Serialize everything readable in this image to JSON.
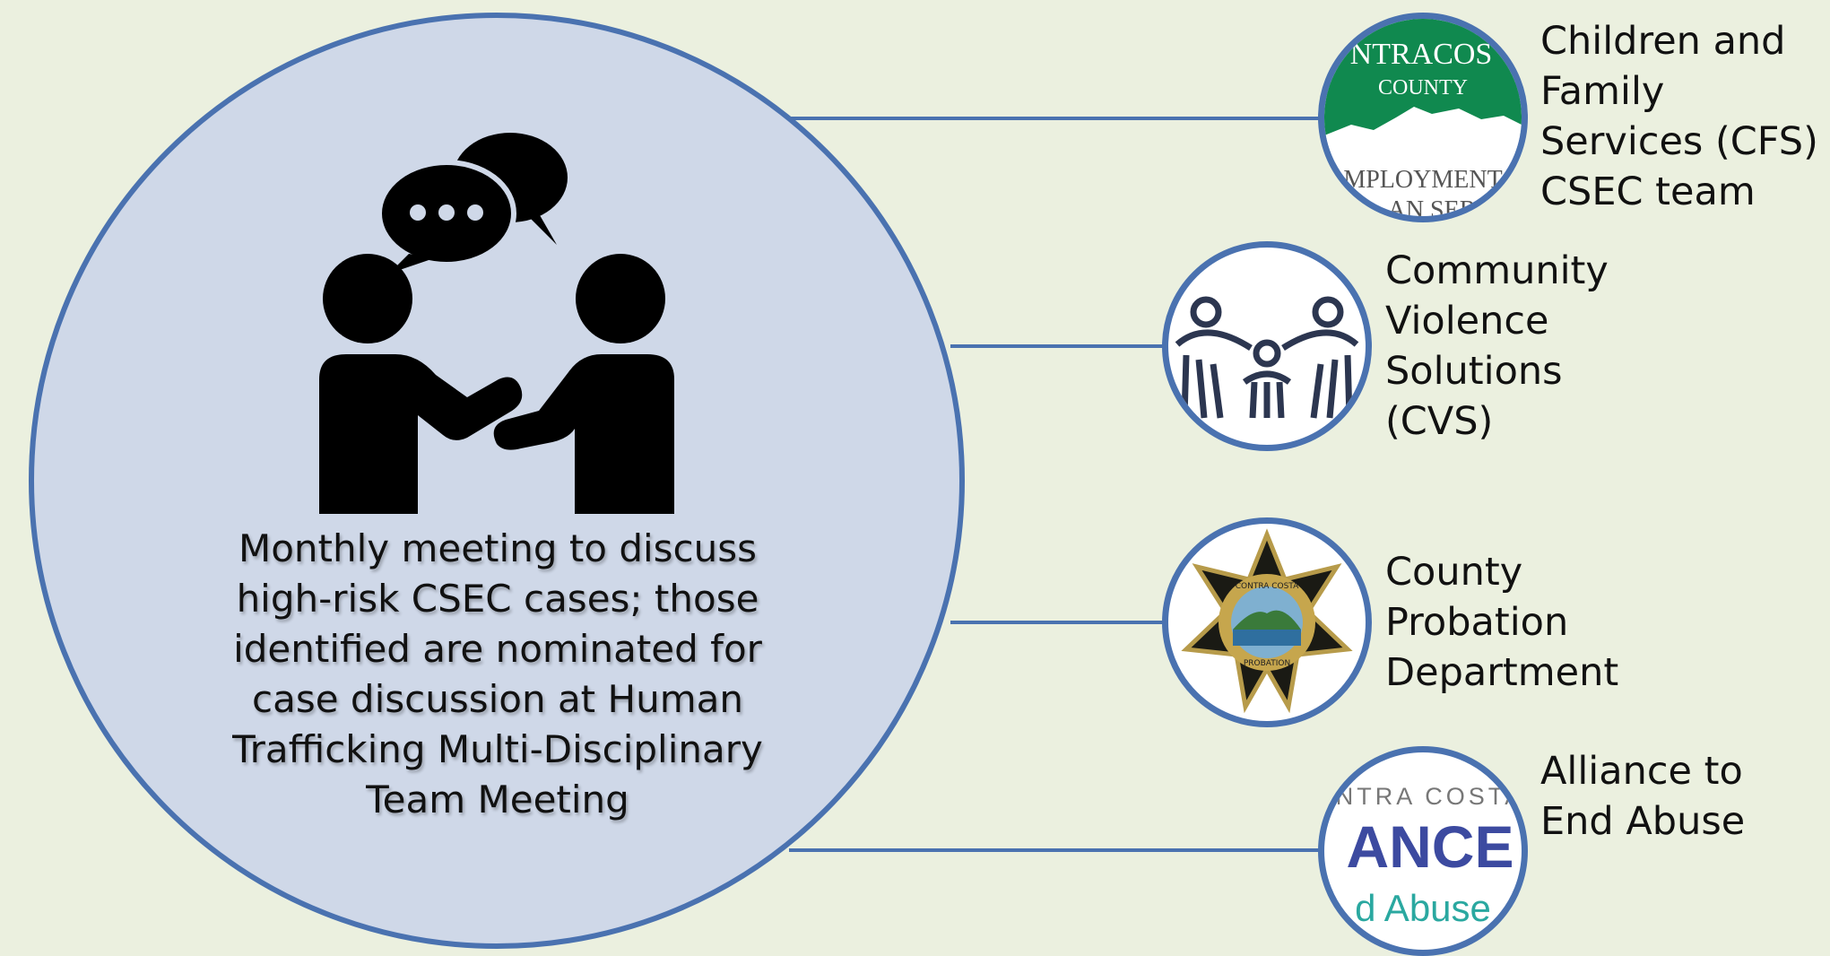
{
  "center": {
    "description_text": "Monthly meeting to discuss high-risk CSEC cases; those identified are nominated for case discussion at Human Trafficking Multi-Disciplinary Team Meeting"
  },
  "partners": [
    {
      "name": "Children and Family Services (CFS) CSEC team",
      "label_lines": [
        "Children and",
        "Family",
        "Services (CFS)",
        "CSEC team"
      ],
      "logo_text": [
        "NTRACOS",
        "COUNTY",
        "MPLOYMENT",
        "AN SER"
      ]
    },
    {
      "name": "Community Violence Solutions (CVS)",
      "label_lines": [
        "Community",
        "Violence",
        "Solutions",
        "(CVS)"
      ]
    },
    {
      "name": "County Probation Department",
      "label_lines": [
        "County",
        "Probation",
        "Department"
      ],
      "logo_text": [
        "CONTRA COSTA",
        "PROBATION"
      ]
    },
    {
      "name": "Alliance to End Abuse",
      "label_lines": [
        "Alliance to",
        "End Abuse"
      ],
      "logo_text": [
        "NTRA COSTA",
        "ANCE",
        "d Abuse"
      ]
    }
  ],
  "colors": {
    "background": "#ebf0df",
    "circle_fill": "#cfd8e8",
    "accent_blue": "#4a72b0",
    "cfs_green": "#10894f",
    "alliance_blue": "#3c4aa0",
    "alliance_teal": "#2aa8a0"
  }
}
